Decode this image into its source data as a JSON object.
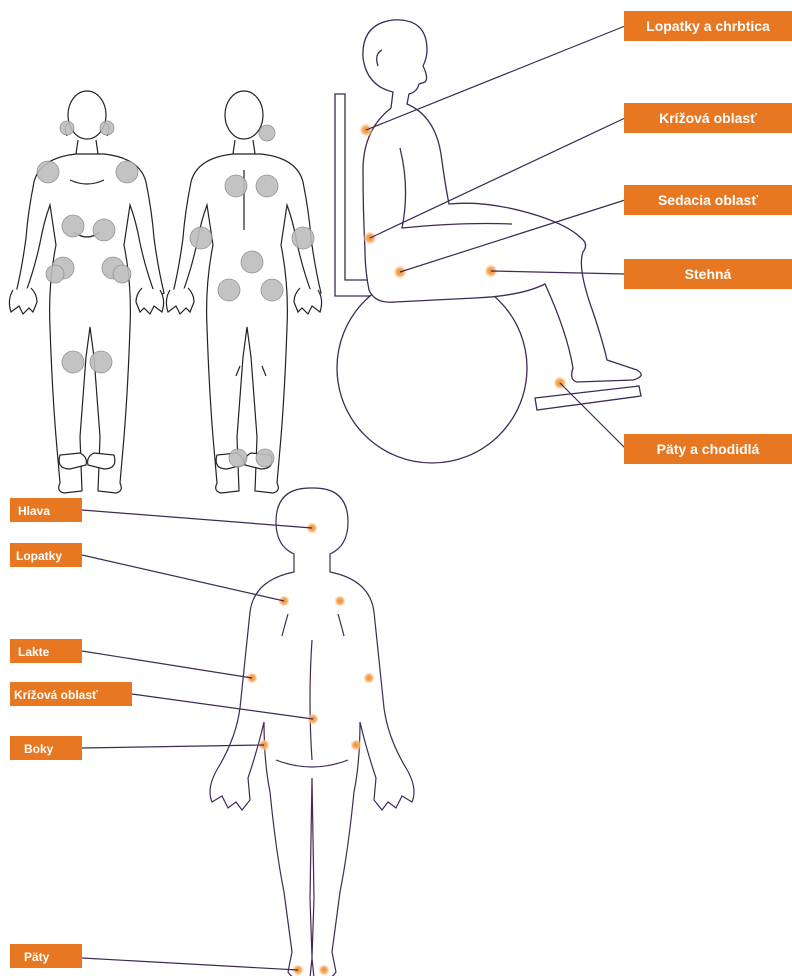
{
  "colors": {
    "label_fill": "#e87722",
    "label_text": "#ffffff",
    "outline": "#3f2a56",
    "figure_stroke": "#222222",
    "pressure_zone": "#bdbdbd",
    "pressure_point": "#f2994a"
  },
  "figures": {
    "front_body": "front-body-figure",
    "back_body": "back-body-figure",
    "seated_person": "wheelchair-seated-figure",
    "standing_back": "standing-back-figure"
  },
  "seated_labels": [
    {
      "id": "shoulders-spine",
      "text": "Lopatky a chrbtica"
    },
    {
      "id": "sacral",
      "text": "Krížová oblasť"
    },
    {
      "id": "seat",
      "text": "Sedacia oblasť"
    },
    {
      "id": "thighs",
      "text": "Stehná"
    },
    {
      "id": "heels-soles",
      "text": "Päty a chodidlá"
    }
  ],
  "standing_labels": [
    {
      "id": "head",
      "text": "Hlava"
    },
    {
      "id": "shoulder-blades",
      "text": "Lopatky"
    },
    {
      "id": "elbows",
      "text": "Lakte"
    },
    {
      "id": "sacral",
      "text": "Krížová oblasť"
    },
    {
      "id": "hips",
      "text": "Boky"
    },
    {
      "id": "heels",
      "text": "Päty"
    }
  ]
}
